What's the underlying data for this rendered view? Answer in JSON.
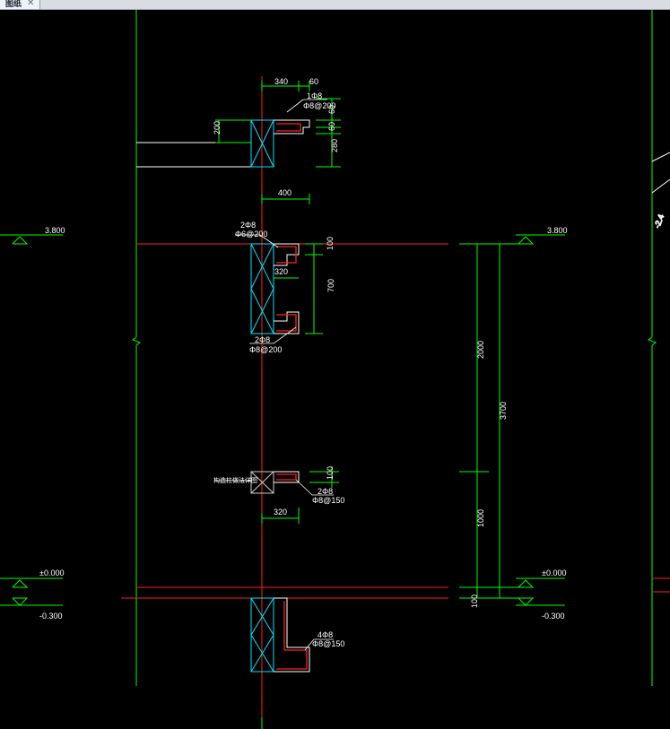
{
  "tab": {
    "label": "图纸",
    "close": "✕"
  },
  "drawing": {
    "level_marks": {
      "upper": "3.800",
      "ground": "±0.000",
      "outdoor": "-0.300"
    },
    "dims": {
      "d340": "340",
      "d60": "60",
      "d200": "200",
      "d60b": "60",
      "d60c": "60",
      "d280": "280",
      "d400": "400",
      "d100": "100",
      "d320": "320",
      "d700": "700",
      "d100b": "100",
      "d320b": "320",
      "d2000": "2000",
      "d3700": "3700",
      "d1000": "1000",
      "d100c": "100"
    },
    "rebar": {
      "top_a": "1Φ8",
      "top_b": "Φ8@200",
      "mid1_a": "2Φ8",
      "mid1_b": "Φ6@200",
      "mid2_a": "2Φ8",
      "mid2_b": "Φ8@200",
      "lower_a": "2Φ8",
      "lower_b": "Φ8@150",
      "base_a": "4Φ8",
      "base_b": "Φ8@150"
    },
    "notes": {
      "window_sill": "构造柱做法详图"
    }
  }
}
